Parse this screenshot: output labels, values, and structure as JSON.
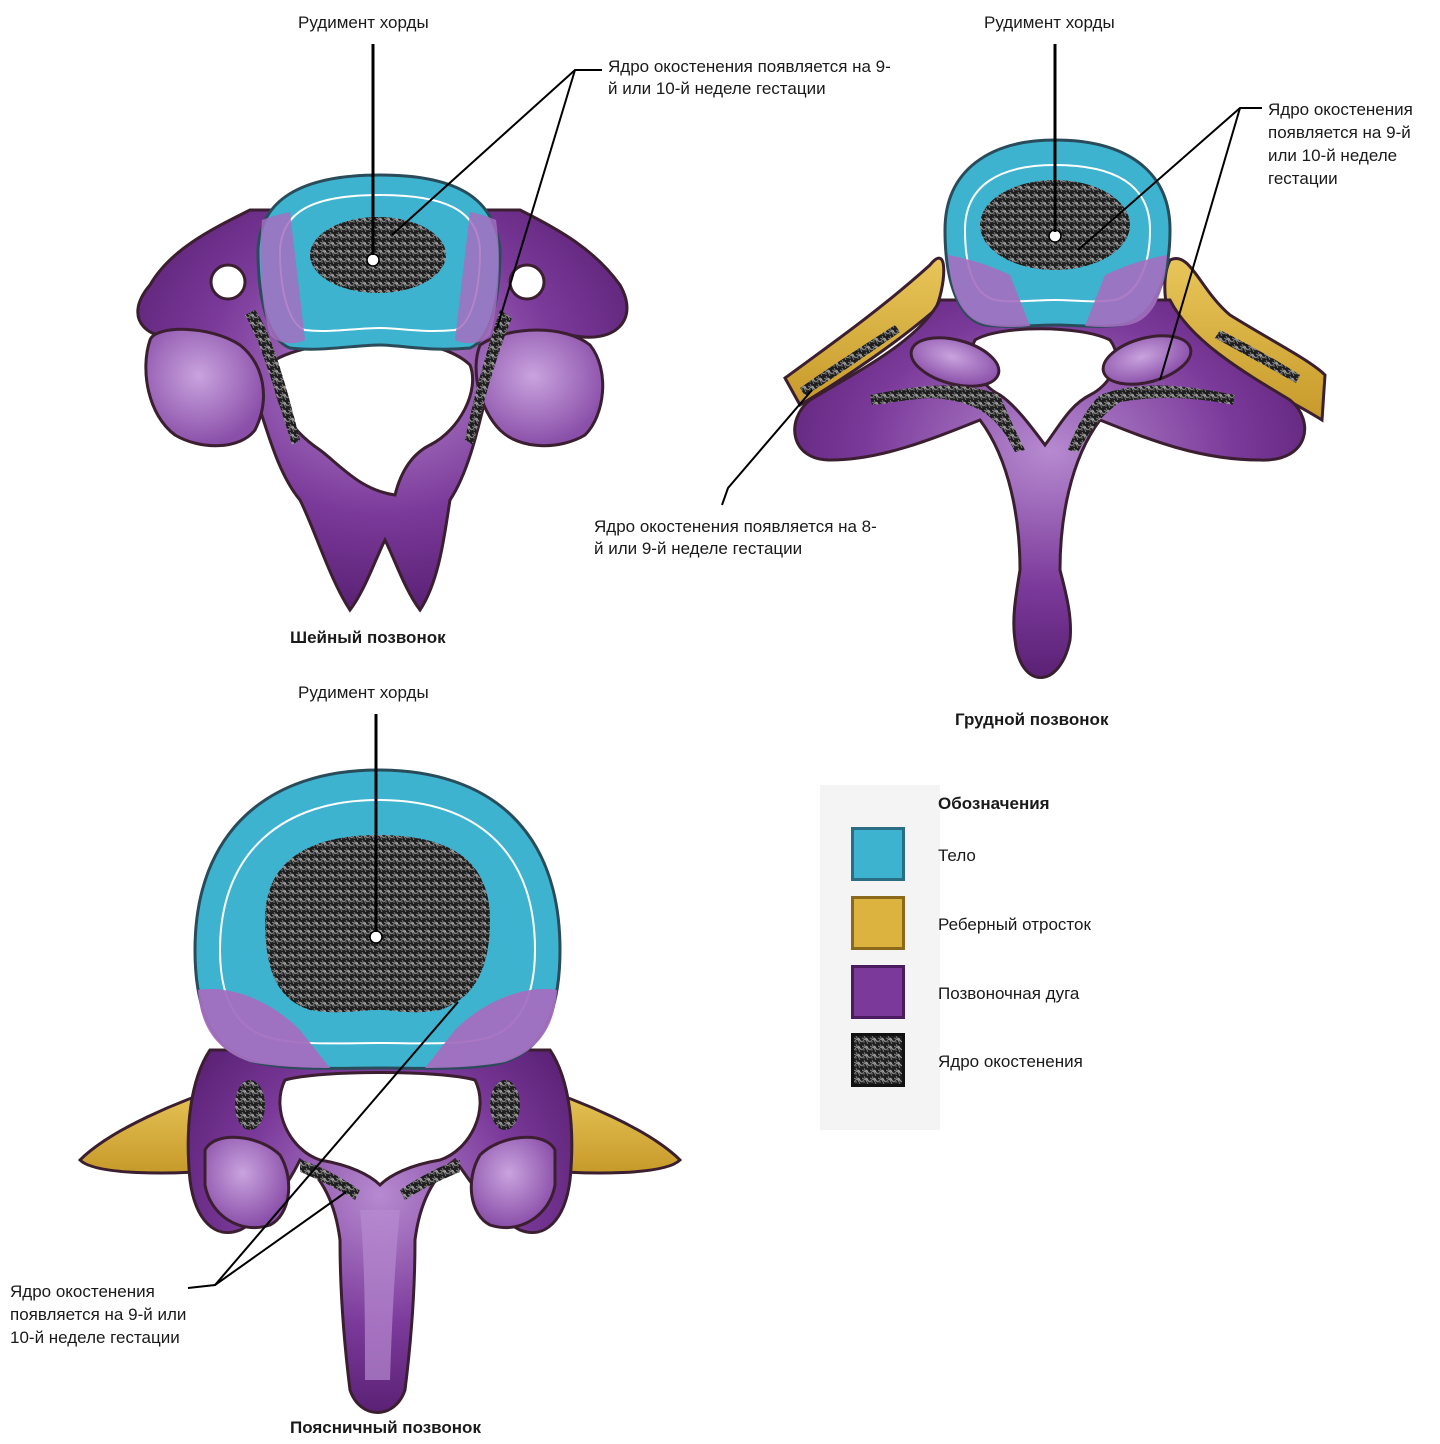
{
  "colors": {
    "body": "#3db3cf",
    "body_border": "#2a6e86",
    "costal": "#dcb33e",
    "arch": "#7b3a9a",
    "arch_light": "#a46fc0",
    "arch_dark": "#4a1b5e",
    "ossification": "#262626",
    "outline": "#3b1f30"
  },
  "cervical": {
    "notochord_label": "Рудимент хорды",
    "ossification_label": "Ядро окостенения появляется на 9-й или 10-й неделе гестации",
    "caption": "Шейный позвонок"
  },
  "thoracic": {
    "notochord_label": "Рудимент хорды",
    "ossification_label": "Ядро окостенения появляется на 9-й или 10-й неделе гестации",
    "costal_ossification_label": "Ядро окостенения появляется на 8-й или 9-й неделе гестации",
    "caption": "Грудной позвонок"
  },
  "lumbar": {
    "notochord_label": "Рудимент хорды",
    "ossification_label": "Ядро окостенения появляется на 9-й или 10-й неделе гестации",
    "caption": "Поясничный позвонок"
  },
  "legend": {
    "title": "Обозначения",
    "items": [
      {
        "label": "Тело",
        "swatch": "body"
      },
      {
        "label": "Реберный отросток",
        "swatch": "costal"
      },
      {
        "label": "Позвоночная дуга",
        "swatch": "arch"
      },
      {
        "label": "Ядро окостенения",
        "swatch": "ossification"
      }
    ]
  }
}
